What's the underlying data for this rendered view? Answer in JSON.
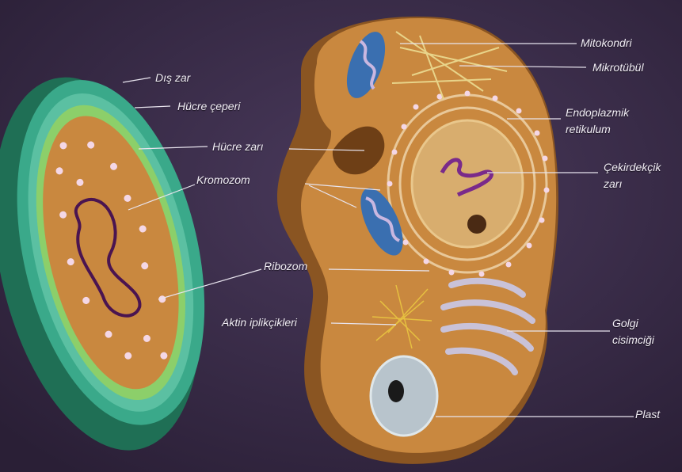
{
  "colors": {
    "background": "#3a2c4a",
    "prokaryote_wall": "#2f9a78",
    "cytoplasm": "#c9883f",
    "nucleus": "#d8ad6e",
    "chromosome": "#5a2060",
    "ribosome": "#f4d7e6",
    "label_text": "#f2eef6",
    "leader_line": "#e8e4ee"
  },
  "labels": {
    "dis_zar": "Dış zar",
    "hucre_ceperi": "Hücre çeperi",
    "hucre_zari": "Hücre zarı",
    "kromozom": "Kromozom",
    "ribozom": "Ribozom",
    "aktin": "Aktin iplikçikleri",
    "mitokondri": "Mitokondri",
    "mikrotubul": "Mikrotübül",
    "endoplazmik_1": "Endoplazmik",
    "endoplazmik_2": "retikulum",
    "cekirdekcik_1": "Çekirdekçik",
    "cekirdekcik_2": "zarı",
    "golgi_1": "Golgi",
    "golgi_2": "cisimciği",
    "plast": "Plast"
  }
}
